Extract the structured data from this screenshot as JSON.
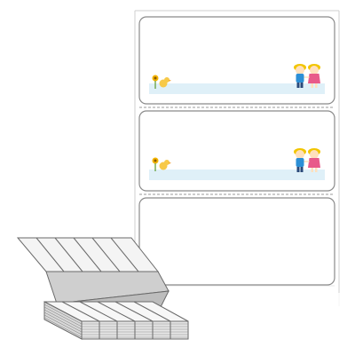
{
  "product": {
    "name": "",
    "labels": [
      {
        "state": "printed",
        "artwork": {
          "left": "sunflower-chick-illustration",
          "right": "two-children-in-yellow-hats-illustration",
          "band_color": "#dff0f8"
        }
      },
      {
        "state": "printed",
        "artwork": {
          "left": "sunflower-chick-illustration",
          "right": "two-children-in-yellow-hats-illustration",
          "band_color": "#dff0f8"
        }
      },
      {
        "state": "blank"
      }
    ],
    "stack": {
      "type": "fanfold-label-stack",
      "columns": 6
    }
  },
  "colors": {
    "border": "#8a8a8a",
    "perforation": "#9a9a9a",
    "band": "#dff0f8",
    "hat": "#f2c500",
    "boy_shirt": "#2c8fd6",
    "girl_dress": "#e85a8a",
    "sunflower": "#f4b400",
    "chick": "#f7c948"
  }
}
